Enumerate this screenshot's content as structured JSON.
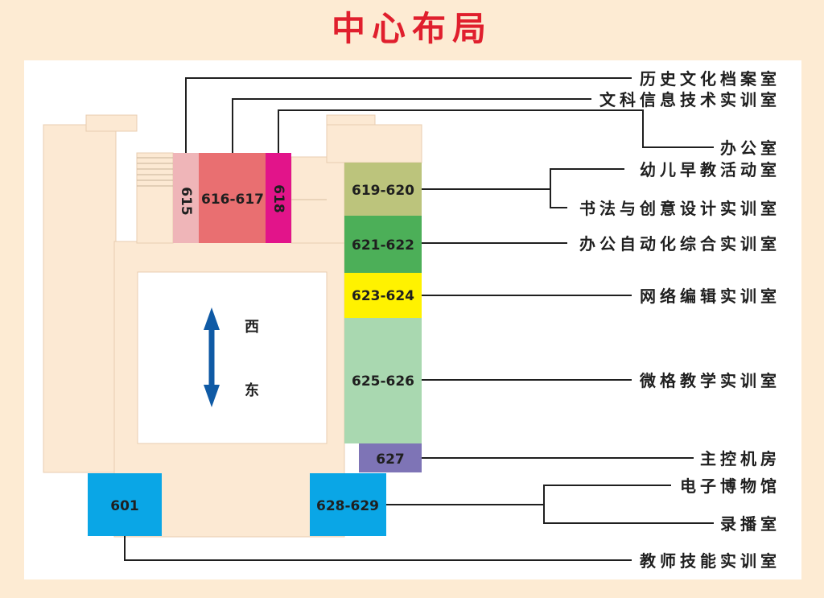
{
  "title": "中心布局",
  "directions": {
    "west": "西",
    "east": "东"
  },
  "rooms": {
    "r601": "601",
    "r615": "615",
    "r616_617": "616-617",
    "r618": "618",
    "r619_620": "619-620",
    "r621_622": "621-622",
    "r623_624": "623-624",
    "r625_626": "625-626",
    "r627": "627",
    "r628_629": "628-629"
  },
  "destinations": {
    "history_archive": "历史文化档案室",
    "liberal_it_lab": "文科信息技术实训室",
    "office": "办公室",
    "early_childhood": "幼儿早教活动室",
    "calligraphy_design": "书法与创意设计实训室",
    "office_automation": "办公自动化综合实训室",
    "network_editing": "网络编辑实训室",
    "micro_course": "微格教学实训室",
    "main_control": "主控机房",
    "e_museum": "电子博物馆",
    "recording": "录播室",
    "teacher_skills": "教师技能实训室"
  },
  "colors": {
    "background": "#fdebd3",
    "title": "#e01f2d",
    "r615": "#efb5b8",
    "r616_617": "#e96f71",
    "r618": "#e2148a",
    "r619_620": "#bcc47c",
    "r621_622": "#4caf58",
    "r623_624": "#fff200",
    "r625_626": "#a9d8b0",
    "r627": "#7e74b6",
    "r601": "#0aa6e6",
    "r628_629": "#0aa6e6",
    "arrow": "#0f5aa5"
  }
}
